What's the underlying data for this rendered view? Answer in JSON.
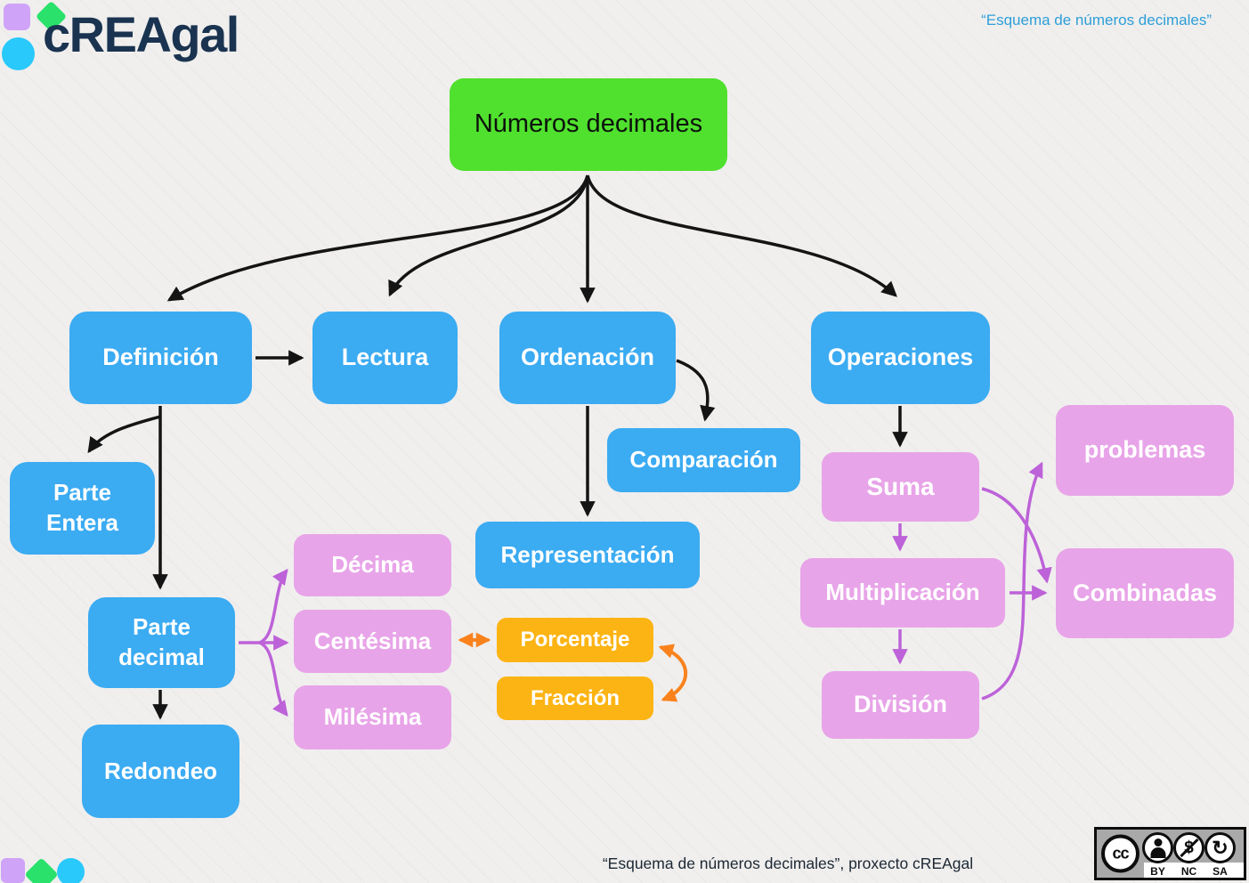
{
  "header": {
    "logo_text": "cREAgal",
    "caption": "“Esquema de números decimales”"
  },
  "diagram": {
    "nodes": {
      "root": {
        "label": "Números decimales",
        "color": "#50E02E"
      },
      "definicion": {
        "label": "Definición",
        "color": "#3BABF2"
      },
      "lectura": {
        "label": "Lectura",
        "color": "#3BABF2"
      },
      "ordenacion": {
        "label": "Ordenación",
        "color": "#3BABF2"
      },
      "operaciones": {
        "label": "Operaciones",
        "color": "#3BABF2"
      },
      "comparacion": {
        "label": "Comparación",
        "color": "#3BABF2"
      },
      "parte_entera": {
        "label": "Parte Entera",
        "color": "#3BABF2"
      },
      "representacion": {
        "label": "Representación",
        "color": "#3BABF2"
      },
      "parte_decimal": {
        "label": "Parte decimal",
        "color": "#3BABF2"
      },
      "redondeo": {
        "label": "Redondeo",
        "color": "#3BABF2"
      },
      "decima": {
        "label": "Décima",
        "color": "#E8A4E8"
      },
      "centesima": {
        "label": "Centésima",
        "color": "#E8A4E8"
      },
      "milesima": {
        "label": "Milésima",
        "color": "#E8A4E8"
      },
      "porcentaje": {
        "label": "Porcentaje",
        "color": "#FCB414"
      },
      "fraccion": {
        "label": "Fracción",
        "color": "#FCB414"
      },
      "suma": {
        "label": "Suma",
        "color": "#E8A4E8"
      },
      "problemas": {
        "label": "problemas",
        "color": "#E8A4E8"
      },
      "multiplicacion": {
        "label": "Multiplicación",
        "color": "#E8A4E8"
      },
      "combinadas": {
        "label": "Combinadas",
        "color": "#E8A4E8"
      },
      "division": {
        "label": "División",
        "color": "#E8A4E8"
      }
    },
    "edges": [
      {
        "from": "root",
        "to": "definicion",
        "color": "black"
      },
      {
        "from": "root",
        "to": "lectura",
        "color": "black"
      },
      {
        "from": "root",
        "to": "ordenacion",
        "color": "black"
      },
      {
        "from": "root",
        "to": "operaciones",
        "color": "black"
      },
      {
        "from": "definicion",
        "to": "lectura",
        "color": "black"
      },
      {
        "from": "definicion",
        "to": "parte_entera",
        "color": "black"
      },
      {
        "from": "definicion",
        "to": "parte_decimal",
        "color": "black"
      },
      {
        "from": "parte_decimal",
        "to": "redondeo",
        "color": "black"
      },
      {
        "from": "parte_decimal",
        "to": "decima",
        "color": "purple"
      },
      {
        "from": "parte_decimal",
        "to": "centesima",
        "color": "purple"
      },
      {
        "from": "parte_decimal",
        "to": "milesima",
        "color": "purple"
      },
      {
        "from": "centesima",
        "to": "porcentaje",
        "color": "orange",
        "bidirectional": true
      },
      {
        "from": "porcentaje",
        "to": "fraccion",
        "color": "orange",
        "bidirectional": true
      },
      {
        "from": "ordenacion",
        "to": "comparacion",
        "color": "black"
      },
      {
        "from": "ordenacion",
        "to": "representacion",
        "color": "black"
      },
      {
        "from": "operaciones",
        "to": "suma",
        "color": "black"
      },
      {
        "from": "suma",
        "to": "multiplicacion",
        "color": "purple"
      },
      {
        "from": "suma",
        "to": "combinadas",
        "color": "purple"
      },
      {
        "from": "multiplicacion",
        "to": "combinadas",
        "color": "purple"
      },
      {
        "from": "multiplicacion",
        "to": "division",
        "color": "purple"
      },
      {
        "from": "division",
        "to": "problemas",
        "color": "purple"
      }
    ]
  },
  "footer": {
    "caption": "“Esquema de números decimales”, proxecto cREAgal",
    "license": {
      "cc_glyph": "cc",
      "nc_glyph": "$",
      "sa_glyph": "↻",
      "labels": {
        "by": "BY",
        "nc": "NC",
        "sa": "SA"
      }
    }
  },
  "colors": {
    "blue": "#3BABF2",
    "pink": "#E8A4E8",
    "orange_box": "#FCB414",
    "green": "#50E02E",
    "purple_arrow": "#BD62D8",
    "orange_arrow": "#F9821D",
    "black_arrow": "#141414",
    "background": "#F0EFEE",
    "logo_navy": "#1A3350",
    "caption_blue": "#2E9ED8"
  }
}
